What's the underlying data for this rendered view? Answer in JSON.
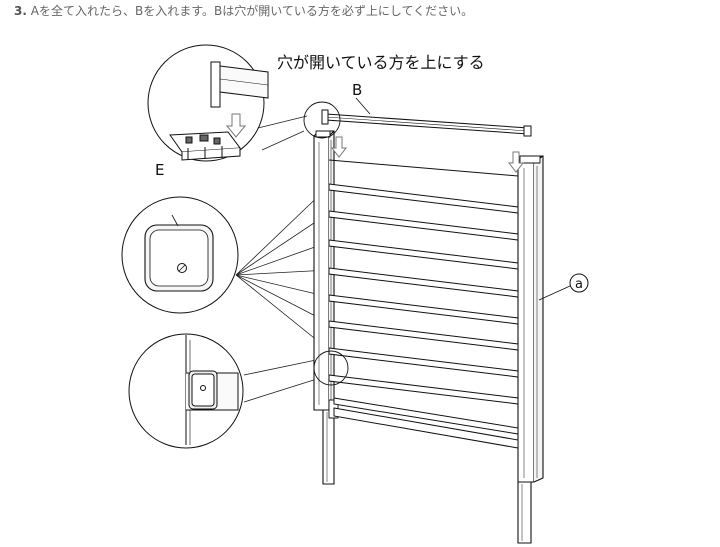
{
  "instruction": {
    "step_number": "3.",
    "text": "Aを全て入れたら、Bを入れます。Bは穴が開いている方を必ず上にしてください。"
  },
  "callouts": {
    "hole_up_note": "穴が開いている方を上にする",
    "label_b": "B",
    "label_e": "E",
    "label_a": "a"
  },
  "colors": {
    "line": "#111111",
    "arrow": "#777777",
    "text": "#666666"
  }
}
